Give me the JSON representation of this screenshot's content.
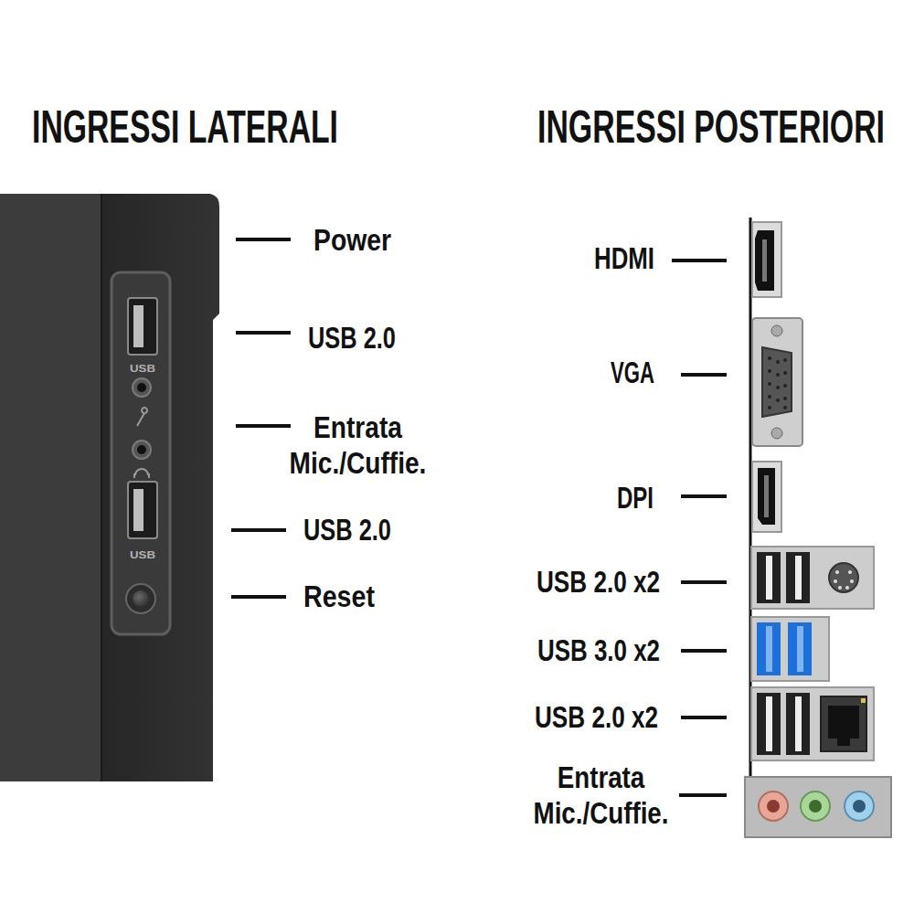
{
  "diagram": {
    "labels": [
      "INGRESSI LATERALI",
      "INGRESSI POSTERIORI",
      "Power",
      "USB 2.0",
      "Entrata Mic./Cuffie.",
      "USB 2.0",
      "Reset",
      "HDMI",
      "VGA",
      "DPI",
      "USB 2.0 x2",
      "USB 3.0 x2",
      "USB 2.0 x2",
      "Entrata Mic./Cuffie.",
      "USB",
      "USB"
    ]
  }
}
